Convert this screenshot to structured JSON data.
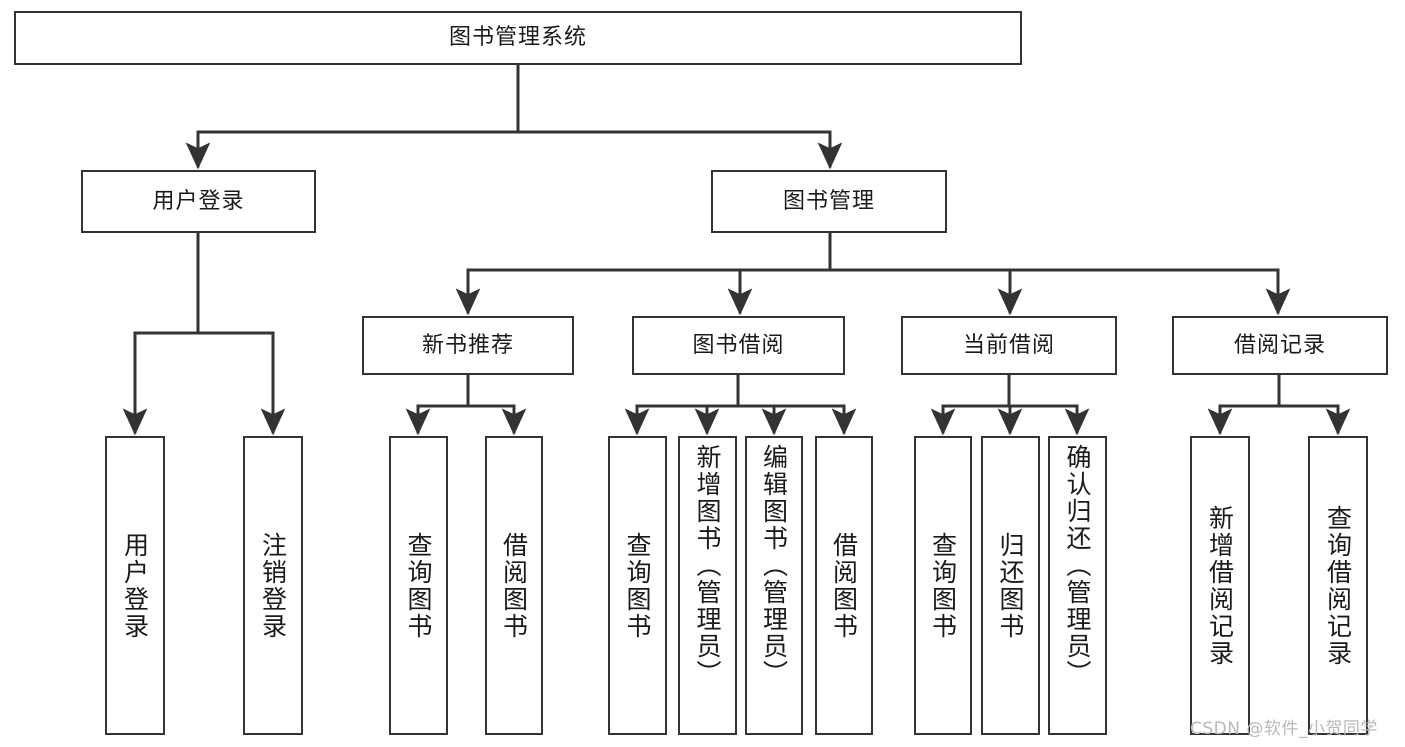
{
  "diagram": {
    "title": "图书管理系统",
    "type": "tree-hierarchy-diagram",
    "root": {
      "id": "root",
      "label": "图书管理系统"
    },
    "level2": [
      {
        "id": "user-login",
        "label": "用户登录"
      },
      {
        "id": "book-manage",
        "label": "图书管理"
      }
    ],
    "level3": [
      {
        "id": "new-book-rec",
        "label": "新书推荐"
      },
      {
        "id": "book-borrow",
        "label": "图书借阅"
      },
      {
        "id": "current-borrow",
        "label": "当前借阅"
      },
      {
        "id": "borrow-record",
        "label": "借阅记录"
      }
    ],
    "leaves": {
      "user_login": [
        {
          "id": "leaf-user-login",
          "label": "用户登录"
        },
        {
          "id": "leaf-logout",
          "label": "注销登录"
        }
      ],
      "new_book_rec": [
        {
          "id": "leaf-query-book-1",
          "label": "查询图书"
        },
        {
          "id": "leaf-borrow-book-1",
          "label": "借阅图书"
        }
      ],
      "book_borrow": [
        {
          "id": "leaf-query-book-2",
          "label": "查询图书"
        },
        {
          "id": "leaf-add-book",
          "label": "新增图书（管理员）"
        },
        {
          "id": "leaf-edit-book",
          "label": "编辑图书（管理员）"
        },
        {
          "id": "leaf-borrow-book-2",
          "label": "借阅图书"
        }
      ],
      "current_borrow": [
        {
          "id": "leaf-query-book-3",
          "label": "查询图书"
        },
        {
          "id": "leaf-return-book",
          "label": "归还图书"
        },
        {
          "id": "leaf-confirm-return",
          "label": "确认归还（管理员）"
        }
      ],
      "borrow_record": [
        {
          "id": "leaf-add-record",
          "label": "新增借阅记录"
        },
        {
          "id": "leaf-query-record",
          "label": "查询借阅记录"
        }
      ]
    }
  },
  "watermark": {
    "text": "CSDN @软件_小贺同学"
  },
  "colors": {
    "background": "#ffffff",
    "box_border": "#333333",
    "connector": "#333333",
    "text": "#1a1a1a",
    "watermark": "#b9b9b9"
  }
}
